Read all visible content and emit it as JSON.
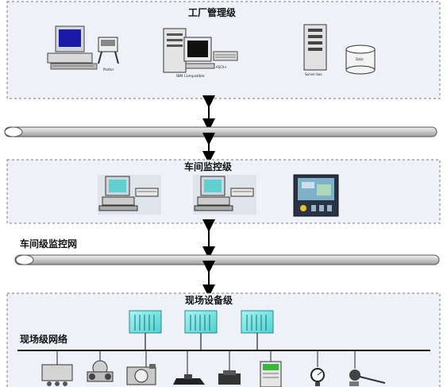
{
  "levels": {
    "factory": "工厂管理级",
    "workshop": "车间监控级",
    "field": "现场设备级"
  },
  "networks": {
    "workshop_net": "车间级监控网",
    "field_net": "现场级网络"
  },
  "devices": {
    "printer": "Plotter",
    "pc_label": "IBM Compatible",
    "pc_side": "ASCII+",
    "server": "Server box",
    "db": "Data"
  },
  "colors": {
    "band_bg": "#eef2f8",
    "dashed": "#777777",
    "bus_fill": "#d8d8d8",
    "accent_cyan": "#6fe3e3"
  }
}
